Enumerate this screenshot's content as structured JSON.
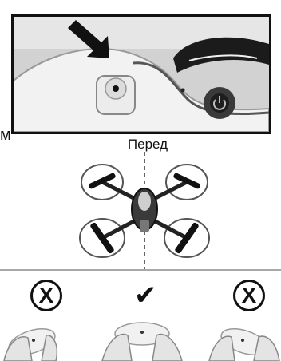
{
  "header": {
    "side_letter": "м"
  },
  "diagram": {
    "front_label": "Перед"
  },
  "orientation_options": [
    {
      "mark": "X",
      "correct": false
    },
    {
      "mark": "✔",
      "correct": true
    },
    {
      "mark": "X",
      "correct": false
    }
  ]
}
